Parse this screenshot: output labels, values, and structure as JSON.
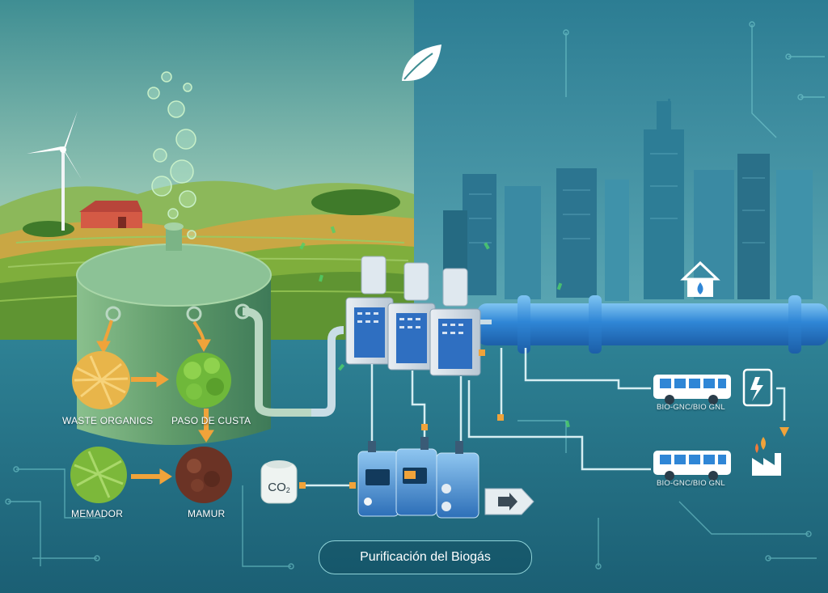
{
  "labels": {
    "waste_organics": "WASTE ORGANICS",
    "paso_de_custa": "PASO DE CUSTA",
    "memador": "MEMADOR",
    "mamur": "MAMUR",
    "co2_main": "CO",
    "co2_sub": "2",
    "bus_top": "BIO-GNC/BIO GNL",
    "bus_bottom": "BIO-GNC/BIO GNL",
    "caption": "Purificación del Biogás"
  },
  "colors": {
    "sky_left": "#6aa9a6",
    "sky_right": "#2f7f92",
    "field_green": "#7fae3c",
    "tank_green": "#5f9a6a",
    "pipe_blue": "#2f86d6",
    "arrow_orange": "#f0a33a",
    "circuit": "#7fd6d8"
  },
  "icons": [
    "leaf-icon",
    "wind-turbine-icon",
    "house-icon",
    "bus-icon",
    "lightning-icon",
    "factory-icon",
    "arrow-right-icon",
    "home-gas-icon"
  ]
}
